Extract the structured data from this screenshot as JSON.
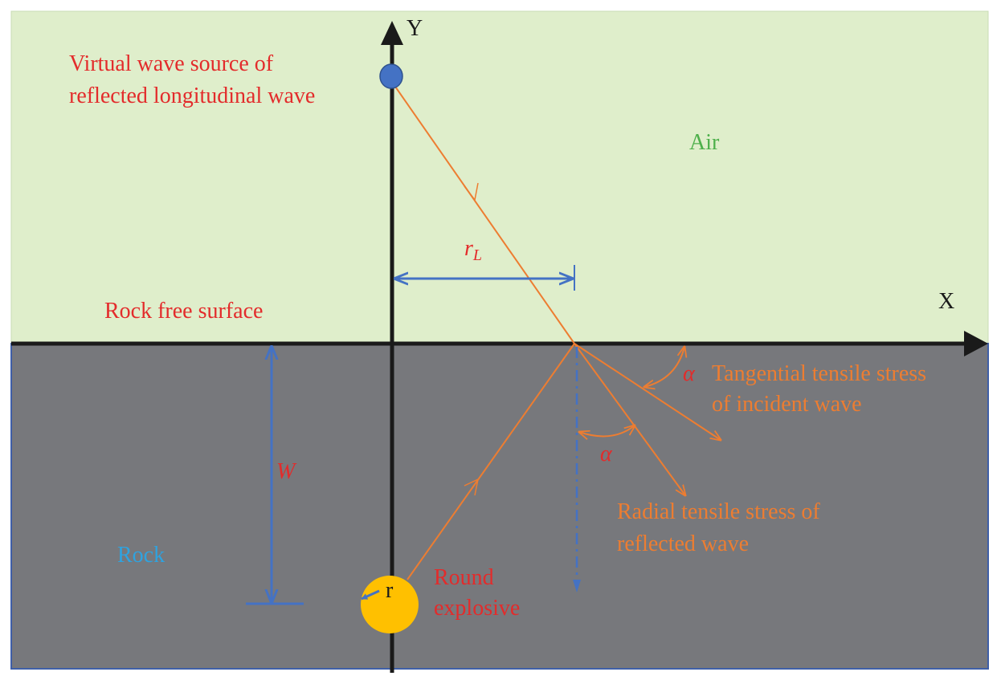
{
  "axes": {
    "x_label": "X",
    "y_label": "Y"
  },
  "regions": {
    "air": "Air",
    "rock": "Rock"
  },
  "labels": {
    "virtual_source_line1": "Virtual wave source of",
    "virtual_source_line2": "reflected longitudinal wave",
    "free_surface": "Rock free surface",
    "r_l": "r",
    "r_l_sub": "L",
    "w": "W",
    "r": "r",
    "explosive_line1": "Round",
    "explosive_line2": "explosive",
    "alpha_top": "α",
    "alpha_bottom": "α",
    "tangential_line1": "Tangential tensile stress",
    "tangential_line2": "of incident wave",
    "radial_line1": "Radial tensile stress of",
    "radial_line2": "reflected wave"
  },
  "colors": {
    "air_fill": "#dfeecb",
    "rock_fill": "#77787c",
    "axis": "#1a1a1a",
    "dimension": "#4472c4",
    "ray": "#ed7d31",
    "label_red": "#e32b2b",
    "label_orange": "#ed7d31",
    "label_green": "#4eb04b",
    "label_blue": "#2ea3e0",
    "explosive": "#ffc000",
    "source": "#4472c4"
  }
}
